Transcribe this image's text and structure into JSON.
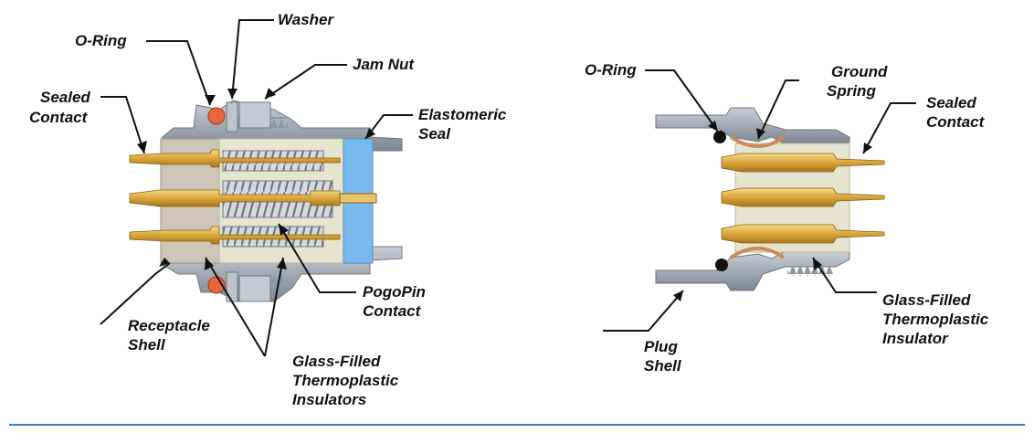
{
  "colors": {
    "shell": "#aab1ba",
    "shell_dark": "#6f7780",
    "insulator": "#e4e4cf",
    "insulator_dark": "#c9c7ad",
    "receptacle_insulator": "#cdc6b8",
    "seal": "#79b8ea",
    "brass": "#d8a63a",
    "brass_light": "#f2d37c",
    "spring": "#8d949b",
    "oring_orange": "#e8643a",
    "oring_black": "#111111",
    "ground_spring": "#c98c5a",
    "rule": "#3f79c8",
    "leader": "#111111"
  },
  "receptacle": {
    "labels": {
      "o_ring": "O-Ring",
      "washer": "Washer",
      "jam_nut": "Jam Nut",
      "sealed_contact": [
        "Sealed",
        "Contact"
      ],
      "elastomeric_seal": [
        "Elastomeric",
        "Seal"
      ],
      "receptacle_shell": [
        "Receptacle",
        "Shell"
      ],
      "pogopin_contact": [
        "PogoPin",
        "Contact"
      ],
      "insulators": [
        "Glass-Filled",
        "Thermoplastic",
        "Insulators"
      ]
    }
  },
  "plug": {
    "labels": {
      "o_ring": "O-Ring",
      "ground_spring": [
        "Ground",
        "Spring"
      ],
      "sealed_contact": [
        "Sealed",
        "Contact"
      ],
      "plug_shell": [
        "Plug",
        "Shell"
      ],
      "insulator": [
        "Glass-Filled",
        "Thermoplastic",
        "Insulator"
      ]
    }
  }
}
